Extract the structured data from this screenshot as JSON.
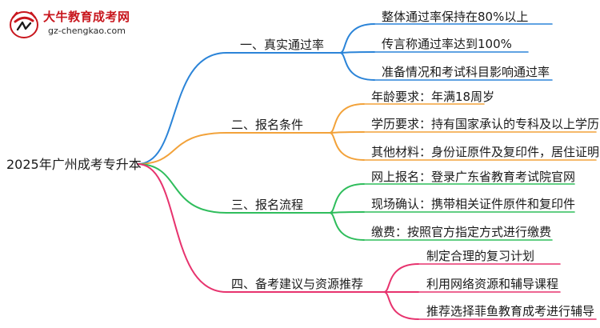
{
  "logo": {
    "title": "大牛教育成考网",
    "url": "gz-chengkao.com"
  },
  "root": "2025年广州成考专升本",
  "branches": [
    {
      "label": "一、真实通过率",
      "color": "#2b84d8",
      "leaves": [
        "整体通过率保持在80%以上",
        "传言称通过率达到100%",
        "准备情况和考试科目影响通过率"
      ]
    },
    {
      "label": "二、报名条件",
      "color": "#f2a23a",
      "leaves": [
        "年龄要求：年满18周岁",
        "学历要求：持有国家承认的专科及以上学历",
        "其他材料：身份证原件及复印件，居住证明"
      ]
    },
    {
      "label": "三、报名流程",
      "color": "#2fbd5c",
      "leaves": [
        "网上报名：登录广东省教育考试院官网",
        "现场确认：携带相关证件原件和复印件",
        "缴费：按照官方指定方式进行缴费"
      ]
    },
    {
      "label": "四、备考建议与资源推荐",
      "color": "#e7336e",
      "leaves": [
        "制定合理的复习计划",
        "利用网络资源和辅导课程",
        "推荐选择菲鱼教育成考进行辅导"
      ]
    }
  ]
}
